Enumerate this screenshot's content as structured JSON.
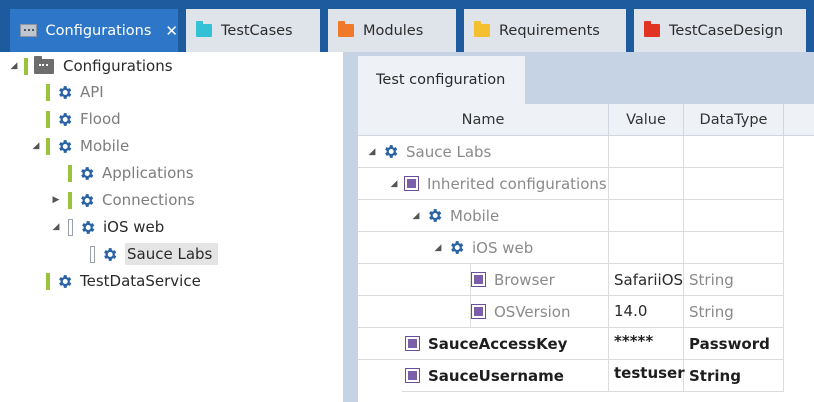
{
  "tabs": [
    {
      "label": "Configurations",
      "active": true,
      "icon": "configurations-icon",
      "close": "✕"
    },
    {
      "label": "TestCases",
      "active": false,
      "icon": "folder-icon",
      "color": "#33c1d6"
    },
    {
      "label": "Modules",
      "active": false,
      "icon": "folder-icon",
      "color": "#f07a2a"
    },
    {
      "label": "Requirements",
      "active": false,
      "icon": "folder-icon",
      "color": "#f5c030"
    },
    {
      "label": "TestCaseDesign",
      "active": false,
      "icon": "folder-icon",
      "color": "#e23224"
    }
  ],
  "tree": {
    "root": {
      "label": "Configurations"
    },
    "items": [
      {
        "label": "API"
      },
      {
        "label": "Flood"
      },
      {
        "label": "Mobile"
      },
      {
        "label": "Applications"
      },
      {
        "label": "Connections"
      },
      {
        "label": "iOS web"
      },
      {
        "label": "Sauce Labs"
      },
      {
        "label": "TestDataService"
      }
    ]
  },
  "panel": {
    "tab_label": "Test configuration",
    "columns": [
      "Name",
      "Value",
      "DataType"
    ],
    "rows": [
      {
        "name": "Sauce Labs",
        "value": "",
        "type": "",
        "icon": "gear-icon"
      },
      {
        "name": "Inherited configurations",
        "value": "",
        "type": "",
        "icon": "parameter-icon"
      },
      {
        "name": "Mobile",
        "value": "",
        "type": "",
        "icon": "gear-icon"
      },
      {
        "name": "iOS web",
        "value": "",
        "type": "",
        "icon": "gear-icon"
      },
      {
        "name": "Browser",
        "value": "SafariiOS",
        "type": "String",
        "icon": "parameter-icon"
      },
      {
        "name": "OSVersion",
        "value": "14.0",
        "type": "String",
        "icon": "parameter-icon"
      },
      {
        "name": "SauceAccessKey",
        "value": "*****",
        "type": "Password",
        "icon": "parameter-icon"
      },
      {
        "name": "SauceUsername",
        "value": "testuser",
        "type": "String",
        "icon": "parameter-icon"
      }
    ]
  },
  "colors": {
    "tabbar": "#1e5b9e",
    "active_tab": "#2e77c8",
    "gear": "#2a62a6",
    "tree_bar": "#9ac33c",
    "parameter": "#7b5fa8"
  },
  "expander": {
    "expanded": "◢",
    "collapsed": "▶"
  }
}
